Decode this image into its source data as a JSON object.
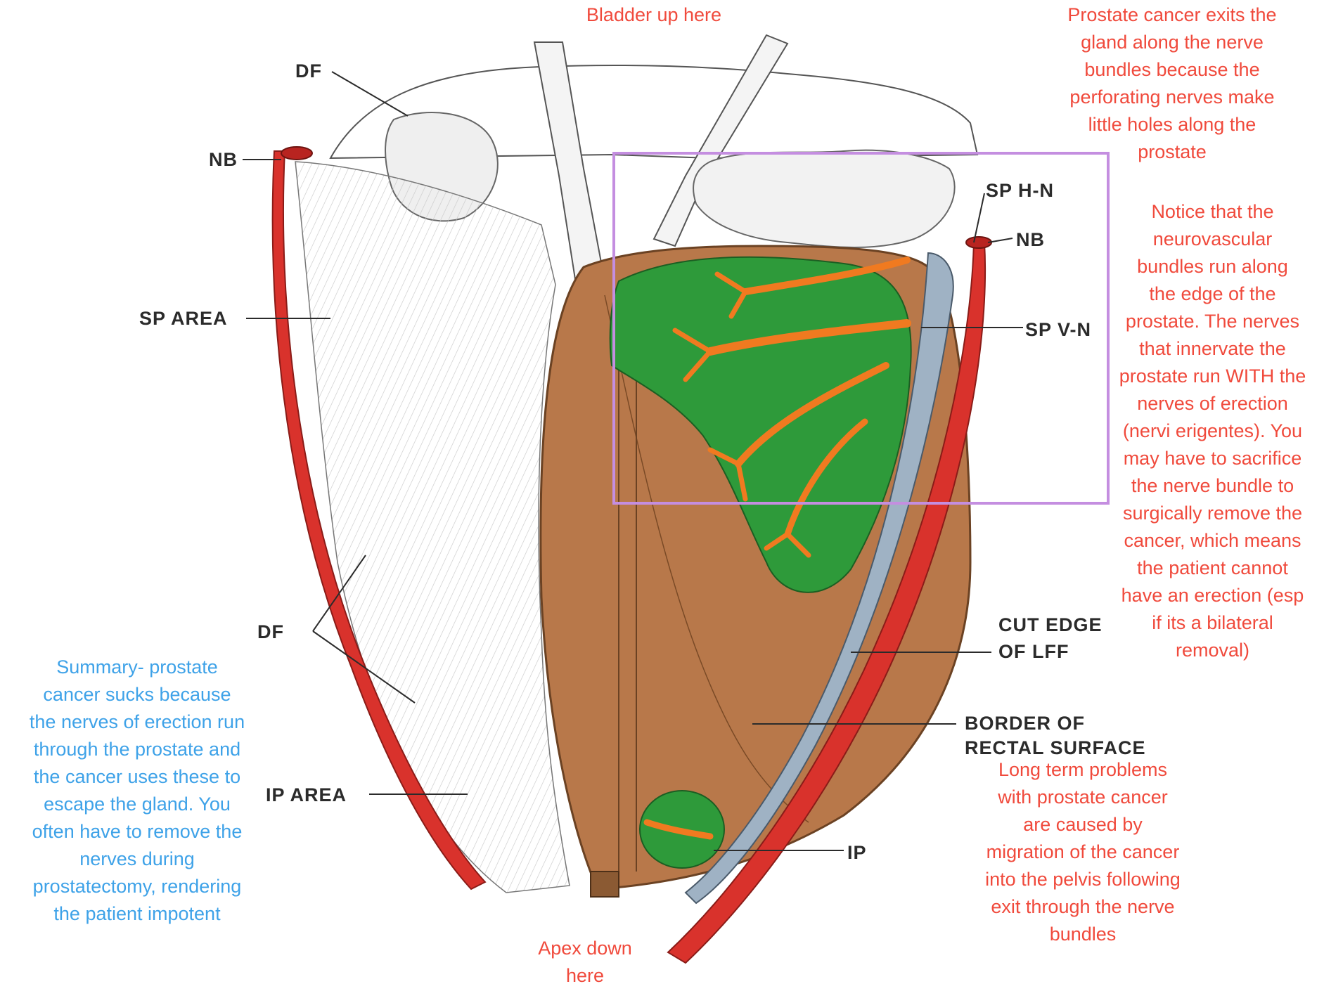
{
  "labels": {
    "df_top": "DF",
    "nb_left": "NB",
    "sp_area": "SP AREA",
    "df_bottom": "DF",
    "ip_area": "IP AREA",
    "sp_hn": "SP H-N",
    "nb_right": "NB",
    "sp_vn": "SP V-N",
    "cut_edge_1": "CUT EDGE",
    "cut_edge_2": "OF LFF",
    "border_1": "BORDER OF",
    "border_2": "RECTAL SURFACE",
    "ip": "IP"
  },
  "annotations": {
    "bladder": "Bladder up here",
    "prostate_exit": [
      "Prostate cancer exits the",
      "gland along the nerve",
      "bundles because the",
      "perforating nerves make",
      "little holes along the",
      "prostate"
    ],
    "notice": [
      "Notice that the",
      "neurovascular",
      "bundles run along",
      "the edge of the",
      "prostate. The nerves",
      "that innervate the",
      "prostate run WITH the",
      "nerves of erection",
      "(nervi erigentes). You",
      "may have to sacrifice",
      "the nerve bundle to",
      "surgically remove the",
      "cancer, which means",
      "the patient cannot",
      "have an erection (esp",
      "if its a bilateral",
      "removal)"
    ],
    "long_term": [
      "Long term problems",
      "with prostate cancer",
      "are caused by",
      "migration of the cancer",
      "into the pelvis following",
      "exit through the nerve",
      "bundles"
    ],
    "apex": [
      "Apex down",
      "here"
    ],
    "summary": [
      "Summary- prostate",
      "cancer sucks because",
      "the nerves of erection run",
      "through the prostate and",
      "the cancer uses these to",
      "escape the gland. You",
      "often have to remove the",
      "nerves during",
      "prostatectomy, rendering",
      "the patient impotent"
    ]
  },
  "colors": {
    "annotation_red": "#f04a3c",
    "annotation_blue": "#3ea2e8",
    "highlight_box": "#c48ee0",
    "prostate": "#b8784a",
    "nerve_field": "#2e9a3a",
    "nerve": "#f07a20",
    "vessel": "#d9322c",
    "fascia": "#9fb2c4"
  }
}
